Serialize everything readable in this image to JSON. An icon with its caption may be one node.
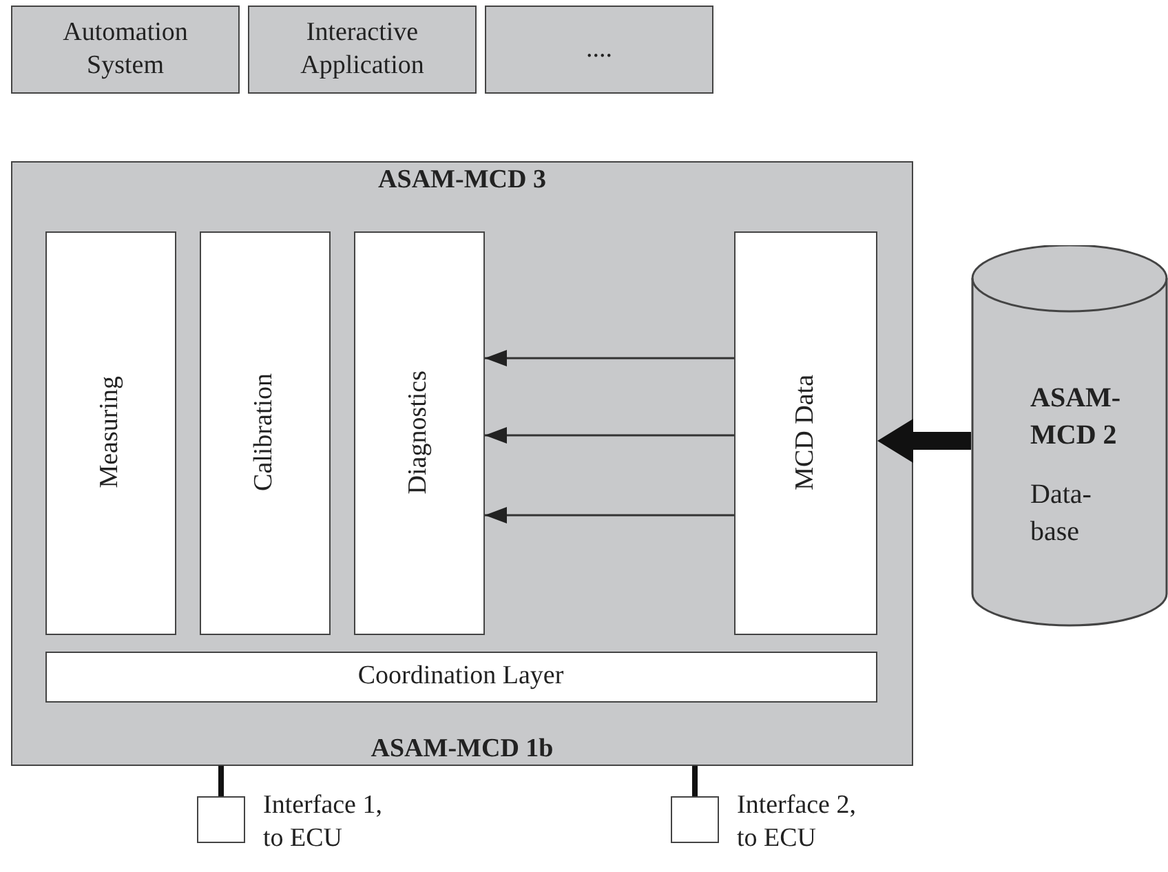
{
  "diagram": {
    "nodes": [
      {
        "text": [
          "Automation System"
        ]
      },
      {
        "text": [
          "Interactive Application"
        ]
      },
      {
        "text": [
          "...."
        ]
      },
      {
        "text": [
          "ASAM-MCD 3",
          "ASAM-MCD 1b"
        ]
      },
      {
        "text": [
          "Measuring"
        ],
        "in": 3
      },
      {
        "text": [
          "Calibration"
        ],
        "in": 3
      },
      {
        "text": [
          "Diagnostics"
        ],
        "in": 3
      },
      {
        "text": [
          "MCD Data"
        ],
        "in": 3
      },
      {
        "text": [
          "Coordination Layer"
        ],
        "in": 3
      },
      {
        "text": [
          "ASAM- MCD 2",
          "Data- base"
        ]
      },
      {
        "text": [],
        "shape": "box",
        "beside": [
          "Interface 1, to ECU"
        ]
      },
      {
        "text": [],
        "shape": "box",
        "beside": [
          "Interface 2, to ECU"
        ]
      }
    ],
    "edges": [
      {
        "from": 7,
        "to": 6,
        "arrow": "to"
      },
      {
        "from": 7,
        "to": 6,
        "arrow": "to"
      },
      {
        "from": 7,
        "to": 6,
        "arrow": "to"
      },
      {
        "from": 9,
        "to": 7,
        "arrow": "to",
        "style": "thick"
      },
      {
        "from": 3,
        "to": 10,
        "arrow": "none",
        "style": "thick"
      },
      {
        "from": 3,
        "to": 11,
        "arrow": "none",
        "style": "thick"
      }
    ]
  }
}
